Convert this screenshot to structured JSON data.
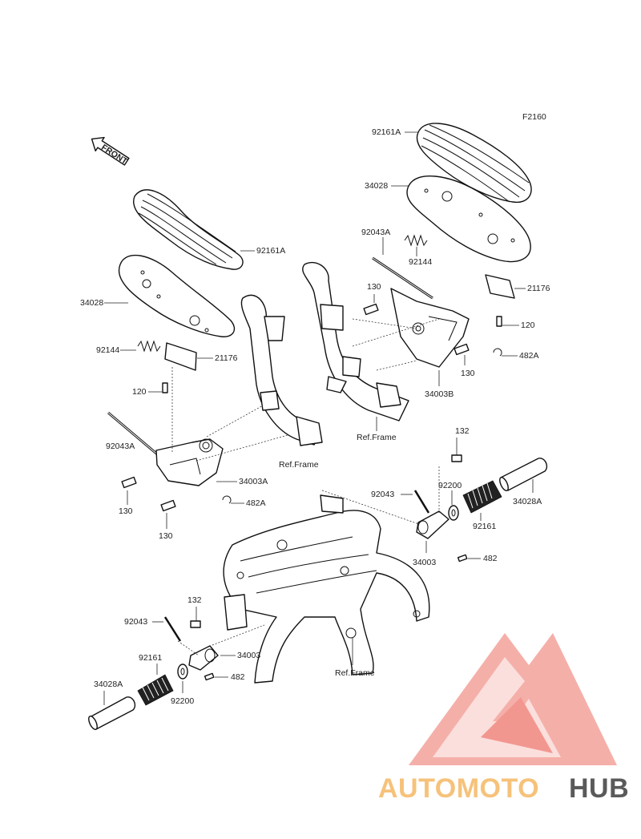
{
  "diagram_code": "F2160",
  "front_arrow_label": "FRONT",
  "ref_frame_label": "Ref.Frame",
  "parts": {
    "footboard_pad": "92161A",
    "footboard": "34028",
    "bolt_long": "92043A",
    "spring": "92144",
    "bracket_cover": "21176",
    "screw_120": "120",
    "bolt_130": "130",
    "clip_482a": "482A",
    "bracket_34003b": "34003B",
    "bracket_34003a": "34003A",
    "bolt_132": "132",
    "pin_92043": "92043",
    "washer_92200": "92200",
    "rubber_92161": "92161",
    "footpeg_34028a": "34028A",
    "footpeg_34003": "34003",
    "clip_482": "482"
  },
  "watermark": {
    "brand_part1": "AUTOMOTO",
    "brand_part2": "HUB",
    "color_main": "#f4a7a0",
    "color_accent": "#f6c27a",
    "color_dark": "#5a5a5a"
  }
}
